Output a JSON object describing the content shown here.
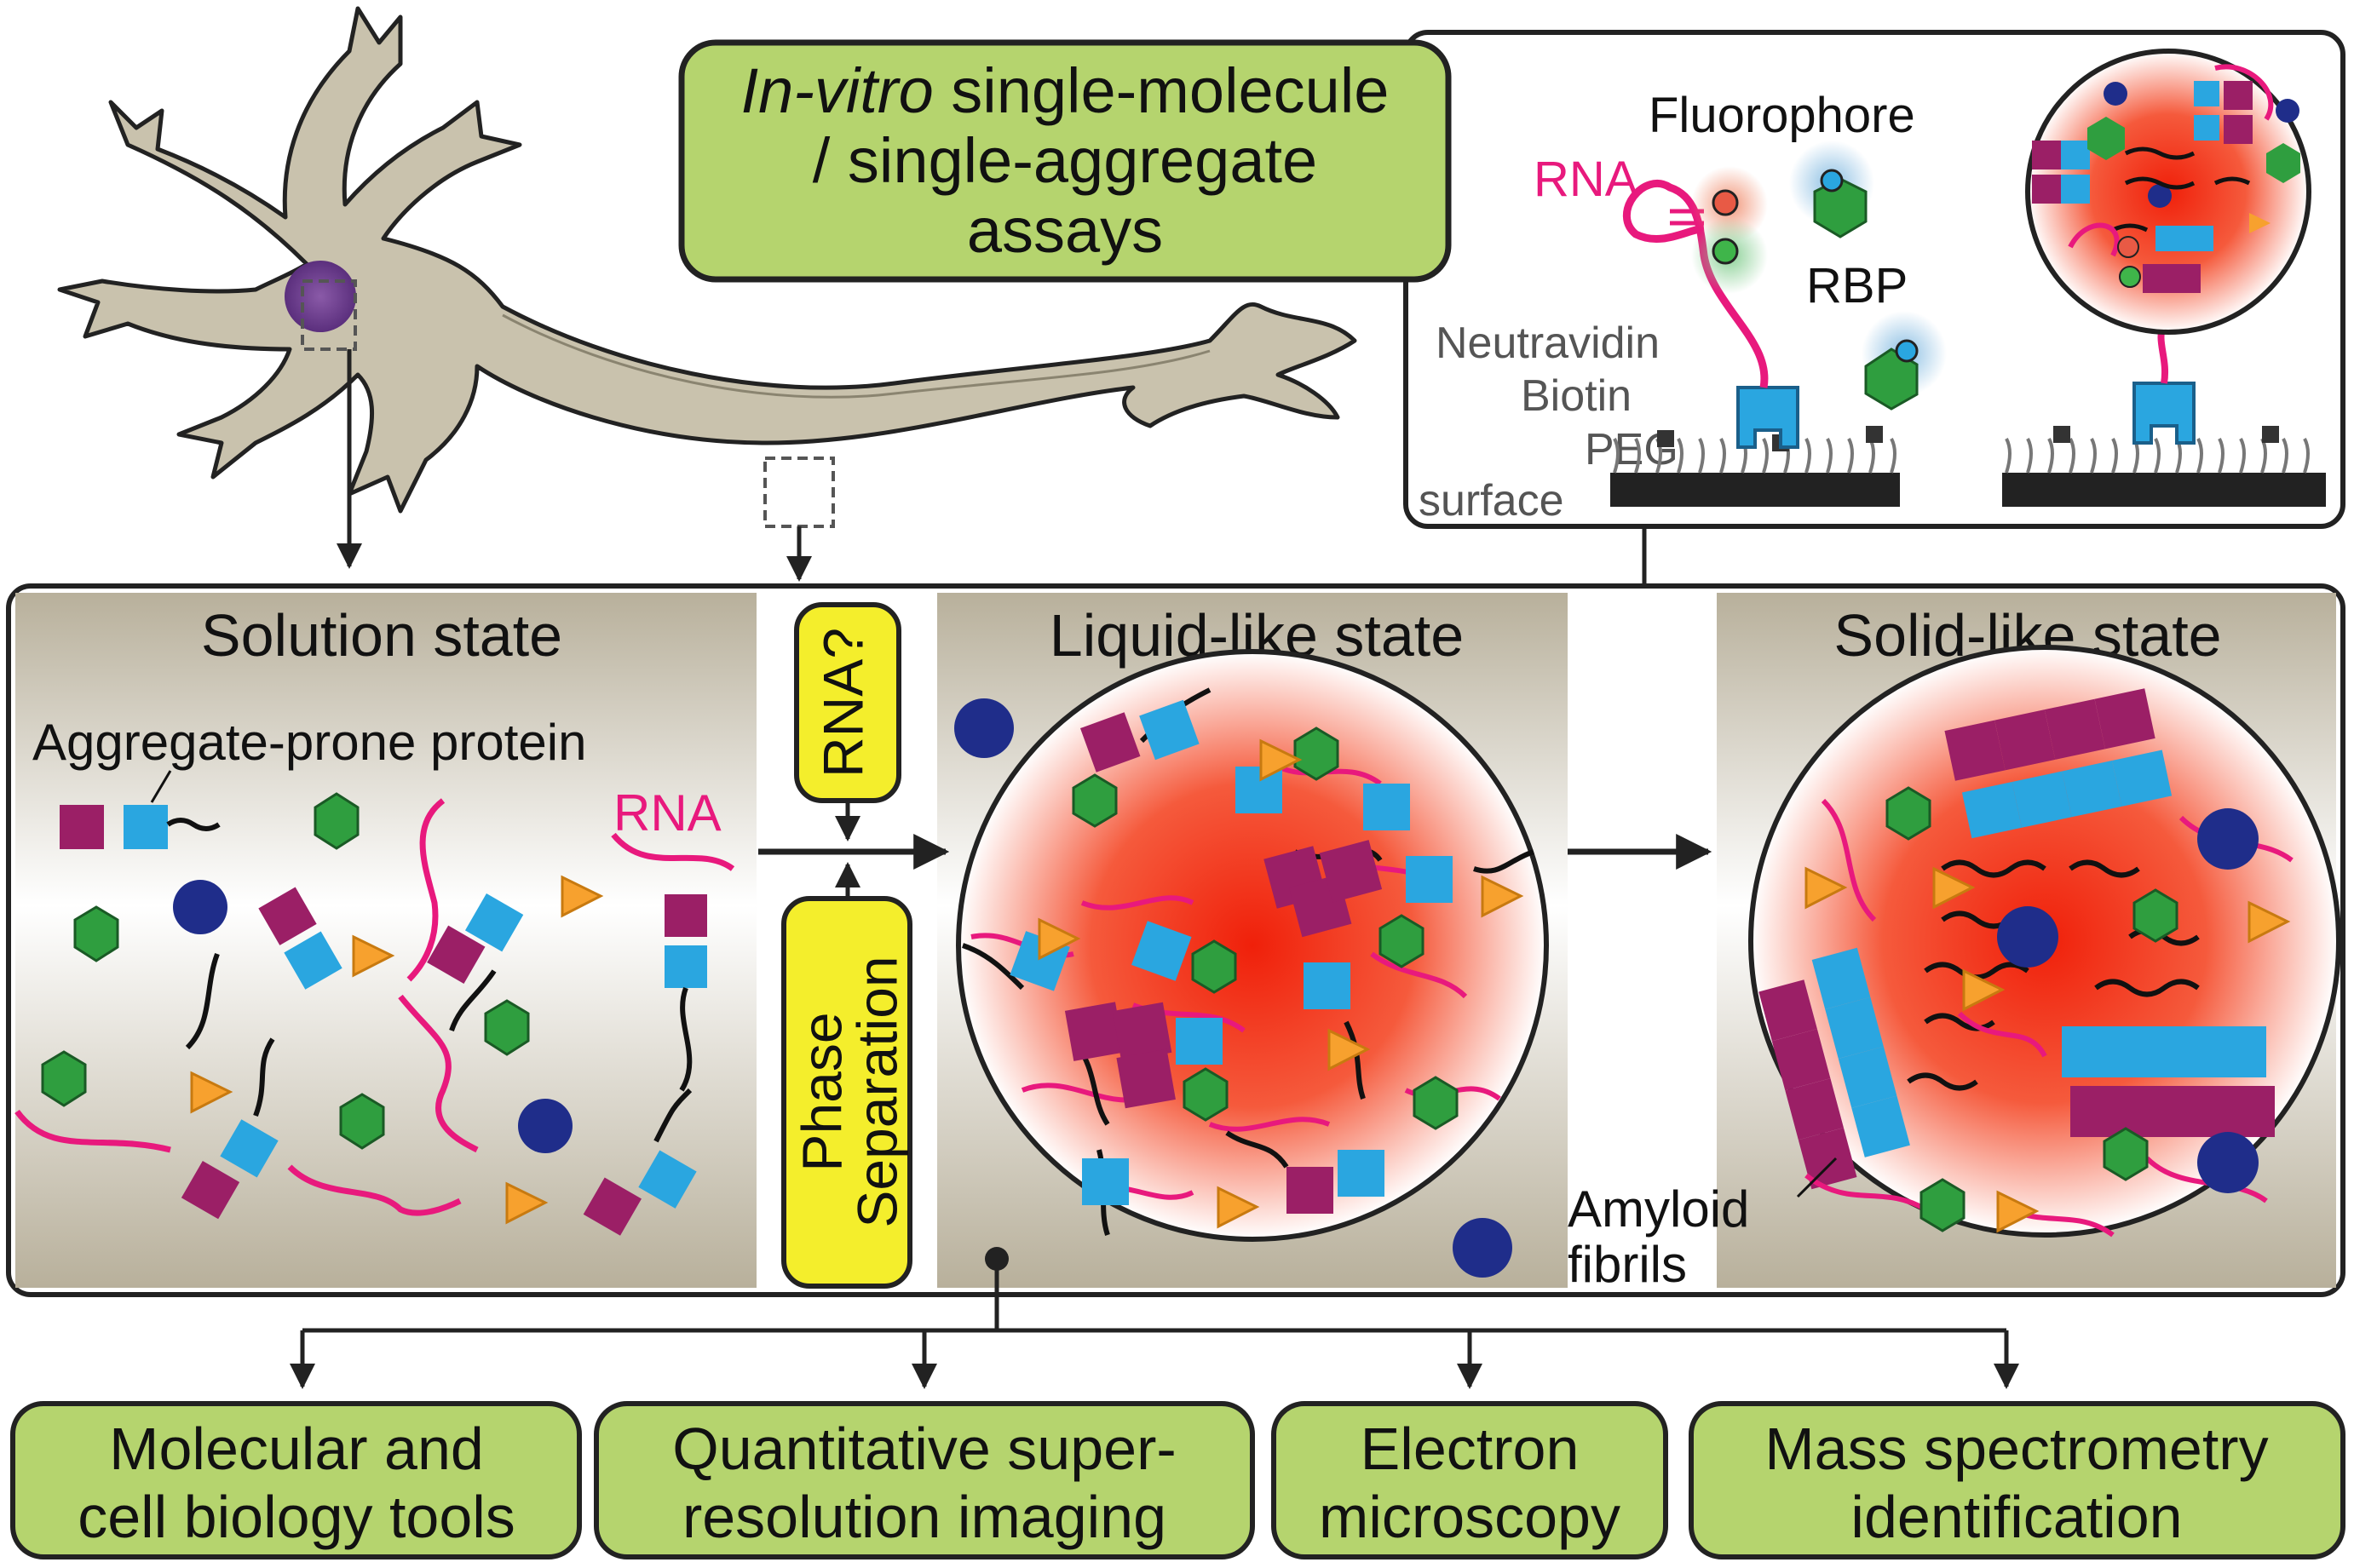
{
  "assay_box": {
    "title_italic": "In-vitro",
    "title_line1_rest": " single-molecule",
    "title_line2": "/ single-aggregate",
    "title_line3": "assays",
    "labels": {
      "fluorophore": "Fluorophore",
      "rna": "RNA",
      "rbp": "RBP",
      "neutravidin": "Neutravidin",
      "biotin": "Biotin",
      "peg": "PEG",
      "surface": "surface"
    }
  },
  "states": {
    "solution": "Solution state",
    "liquid": "Liquid-like state",
    "solid": "Solid-like state"
  },
  "solution_labels": {
    "protein": "Aggregate-prone protein",
    "rna": "RNA"
  },
  "middle_boxes": {
    "rna_question": "RNA?",
    "phase_line1": "Phase",
    "phase_line2": "Separation"
  },
  "amyloid": {
    "line1": "Amyloid",
    "line2": "fibrils"
  },
  "methods": [
    {
      "line1": "Molecular and",
      "line2": "cell biology tools"
    },
    {
      "line1": "Quantitative super-",
      "line2": "resolution imaging"
    },
    {
      "line1": "Electron",
      "line2": "microscopy"
    },
    {
      "line1": "Mass spectrometry",
      "line2": "identification"
    }
  ],
  "colors": {
    "box_green": "#b5d46e",
    "box_yellow": "#f4ee2c",
    "rna_pink": "#e8197d",
    "protein_magenta": "#9b1f66",
    "protein_blue": "#2aa6e0",
    "hexagon_green": "#2f9e3f",
    "triangle_orange": "#f7a12e",
    "circle_navy": "#1f2d8a",
    "droplet_red": "#f23a1e",
    "neuron_fill": "#c9c2ad"
  },
  "icons": [
    "neuron-icon",
    "droplet-icon",
    "hexagon-icon",
    "triangle-icon",
    "circle-icon"
  ]
}
